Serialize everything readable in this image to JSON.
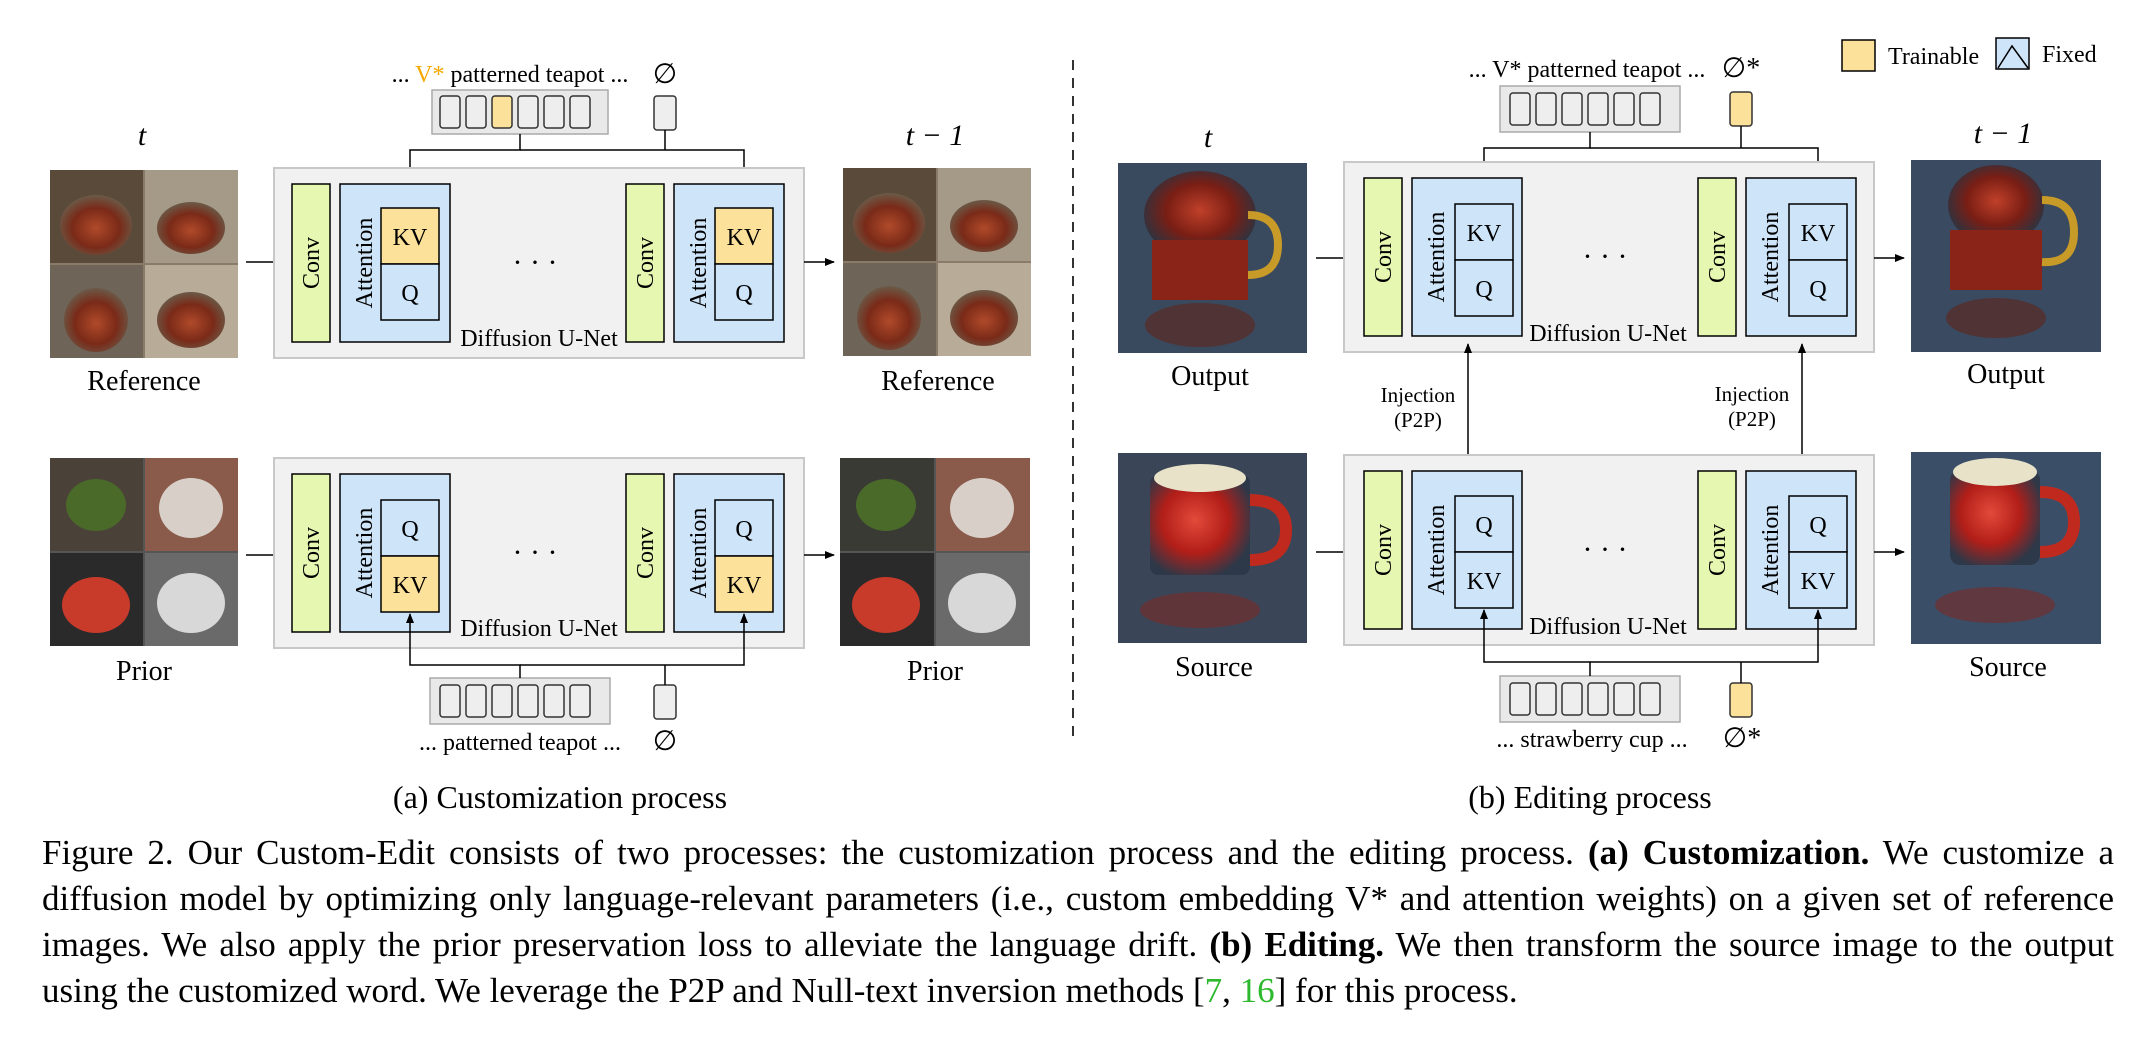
{
  "legend": {
    "trainable": "Trainable",
    "fixed": "Fixed"
  },
  "colors": {
    "trainable": "#fce19a",
    "fixed": "#cde4f9",
    "conv": "#e6f7b2",
    "unet_bg": "#f1f1f1",
    "token_bg": "#e9e9e9",
    "accent_vstar": "#f5a800",
    "cite": "#2db92d"
  },
  "panel_a": {
    "t_label": "t",
    "t_minus_1_label": "t − 1",
    "top_prompt_prefix": "... ",
    "top_prompt_vstar": "V*",
    "top_prompt_suffix": " patterned teapot ...",
    "null_top": "∅",
    "bottom_prompt": "... patterned teapot ...",
    "null_bottom": "∅",
    "reference_left": "Reference",
    "reference_right": "Reference",
    "prior_left": "Prior",
    "prior_right": "Prior",
    "unet_label": "Diffusion U-Net",
    "conv": "Conv",
    "attention": "Attention",
    "kv": "KV",
    "q": "Q",
    "ellipsis": "· · ·",
    "subcaption": "(a) Customization process"
  },
  "panel_b": {
    "t_label": "t",
    "t_minus_1_label": "t − 1",
    "top_prompt": "... V* patterned teapot ...",
    "null_top": "∅*",
    "bottom_prompt": "... strawberry cup ...",
    "null_bottom": "∅*",
    "output_left": "Output",
    "output_right": "Output",
    "source_left": "Source",
    "source_right": "Source",
    "injection_1": "Injection",
    "injection_2": "(P2P)",
    "unet_label": "Diffusion U-Net",
    "conv": "Conv",
    "attention": "Attention",
    "kv": "KV",
    "q": "Q",
    "ellipsis": "· · ·",
    "subcaption": "(b) Editing process"
  },
  "caption": {
    "figure_label": "Figure 2.",
    "intro": " Our Custom-Edit consists of two processes: the customization process and the editing process. ",
    "a_bold": "(a) Customization.",
    "a_text": " We customize a diffusion model by optimizing only language-relevant parameters (i.e., custom embedding V* and attention weights) on a given set of reference images. We also apply the prior preservation loss to alleviate the language drift. ",
    "b_bold": "(b) Editing.",
    "b_text": " We then transform the source image to the output using the customized word. We leverage the P2P and Null-text inversion methods [",
    "cite1": "7",
    "cite_sep": ", ",
    "cite2": "16",
    "end": "] for this process."
  }
}
